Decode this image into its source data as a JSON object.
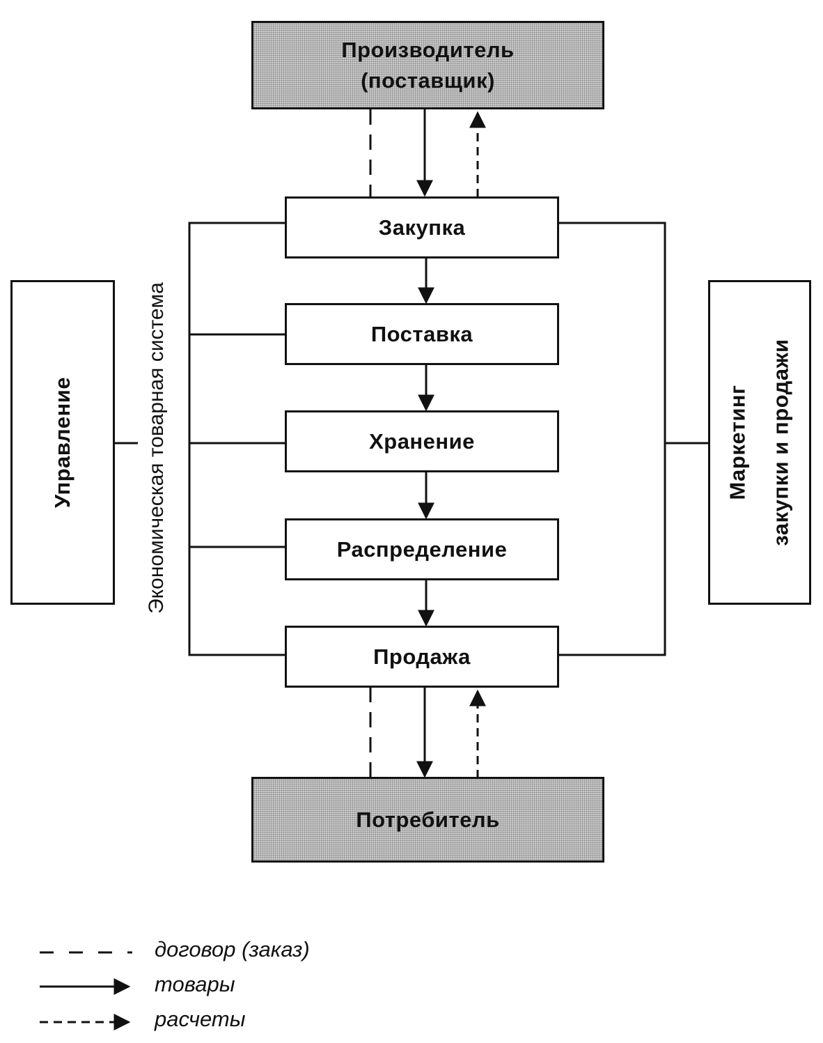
{
  "diagram": {
    "producer": {
      "line1": "Производитель",
      "line2": "(поставщик)"
    },
    "consumer": "Потребитель",
    "stages": [
      "Закупка",
      "Поставка",
      "Хранение",
      "Распределение",
      "Продажа"
    ],
    "left_box": "Управление",
    "system_label": "Экономическая товарная система",
    "right_box": {
      "line1": "Маркетинг",
      "line2": "закупки и продажи"
    }
  },
  "legend": [
    {
      "style": "long-dash",
      "label": "договор (заказ)"
    },
    {
      "style": "solid-arrow",
      "label": "товары"
    },
    {
      "style": "short-dash-arrow",
      "label": "расчеты"
    }
  ],
  "colors": {
    "ink": "#111111",
    "shade": "#c9c9c9"
  }
}
